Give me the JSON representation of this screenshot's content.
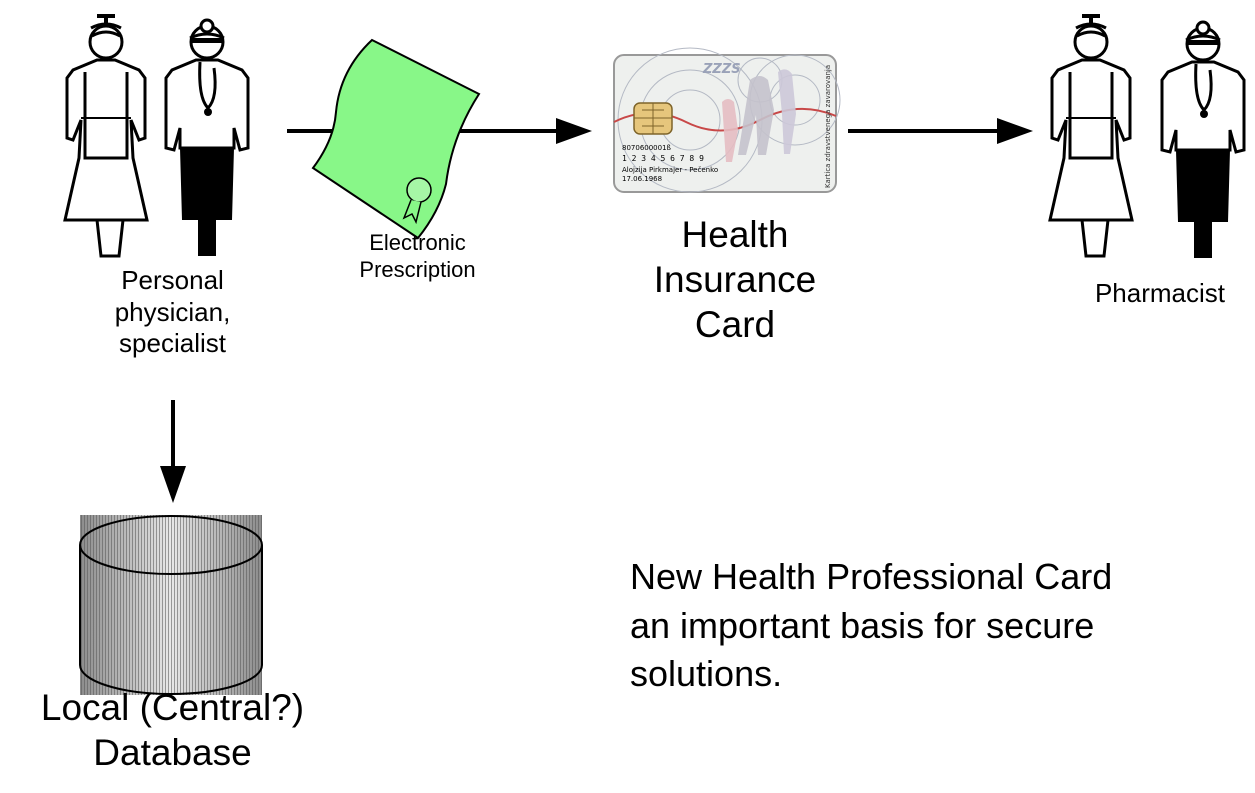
{
  "labels": {
    "physician": "Personal\nphysician,\nspecialist",
    "prescription": "Electronic\nPrescription",
    "card": "Health\nInsurance\nCard",
    "pharmacist": "Pharmacist",
    "database": "Local (Central?)\nDatabase"
  },
  "card_text": {
    "brand": "ZZZS",
    "number_1": "8070600001ß",
    "number_2": "1 2 3 4 5 6 7 8 9",
    "holder": "Alojzija Pirkmajer - Pečenko",
    "date": "17.06.1968",
    "side": "Kartica zdravstvenega zavarovanja"
  },
  "note": "New Health Professional Card\nan important basis for secure\nsolutions.",
  "colors": {
    "prescription_fill": "#88f788",
    "arrow": "#000000",
    "database_shade": "#888888"
  },
  "icons": [
    "nurse-icon",
    "doctor-icon",
    "prescription-document-icon",
    "health-card-icon",
    "database-cylinder-icon"
  ]
}
